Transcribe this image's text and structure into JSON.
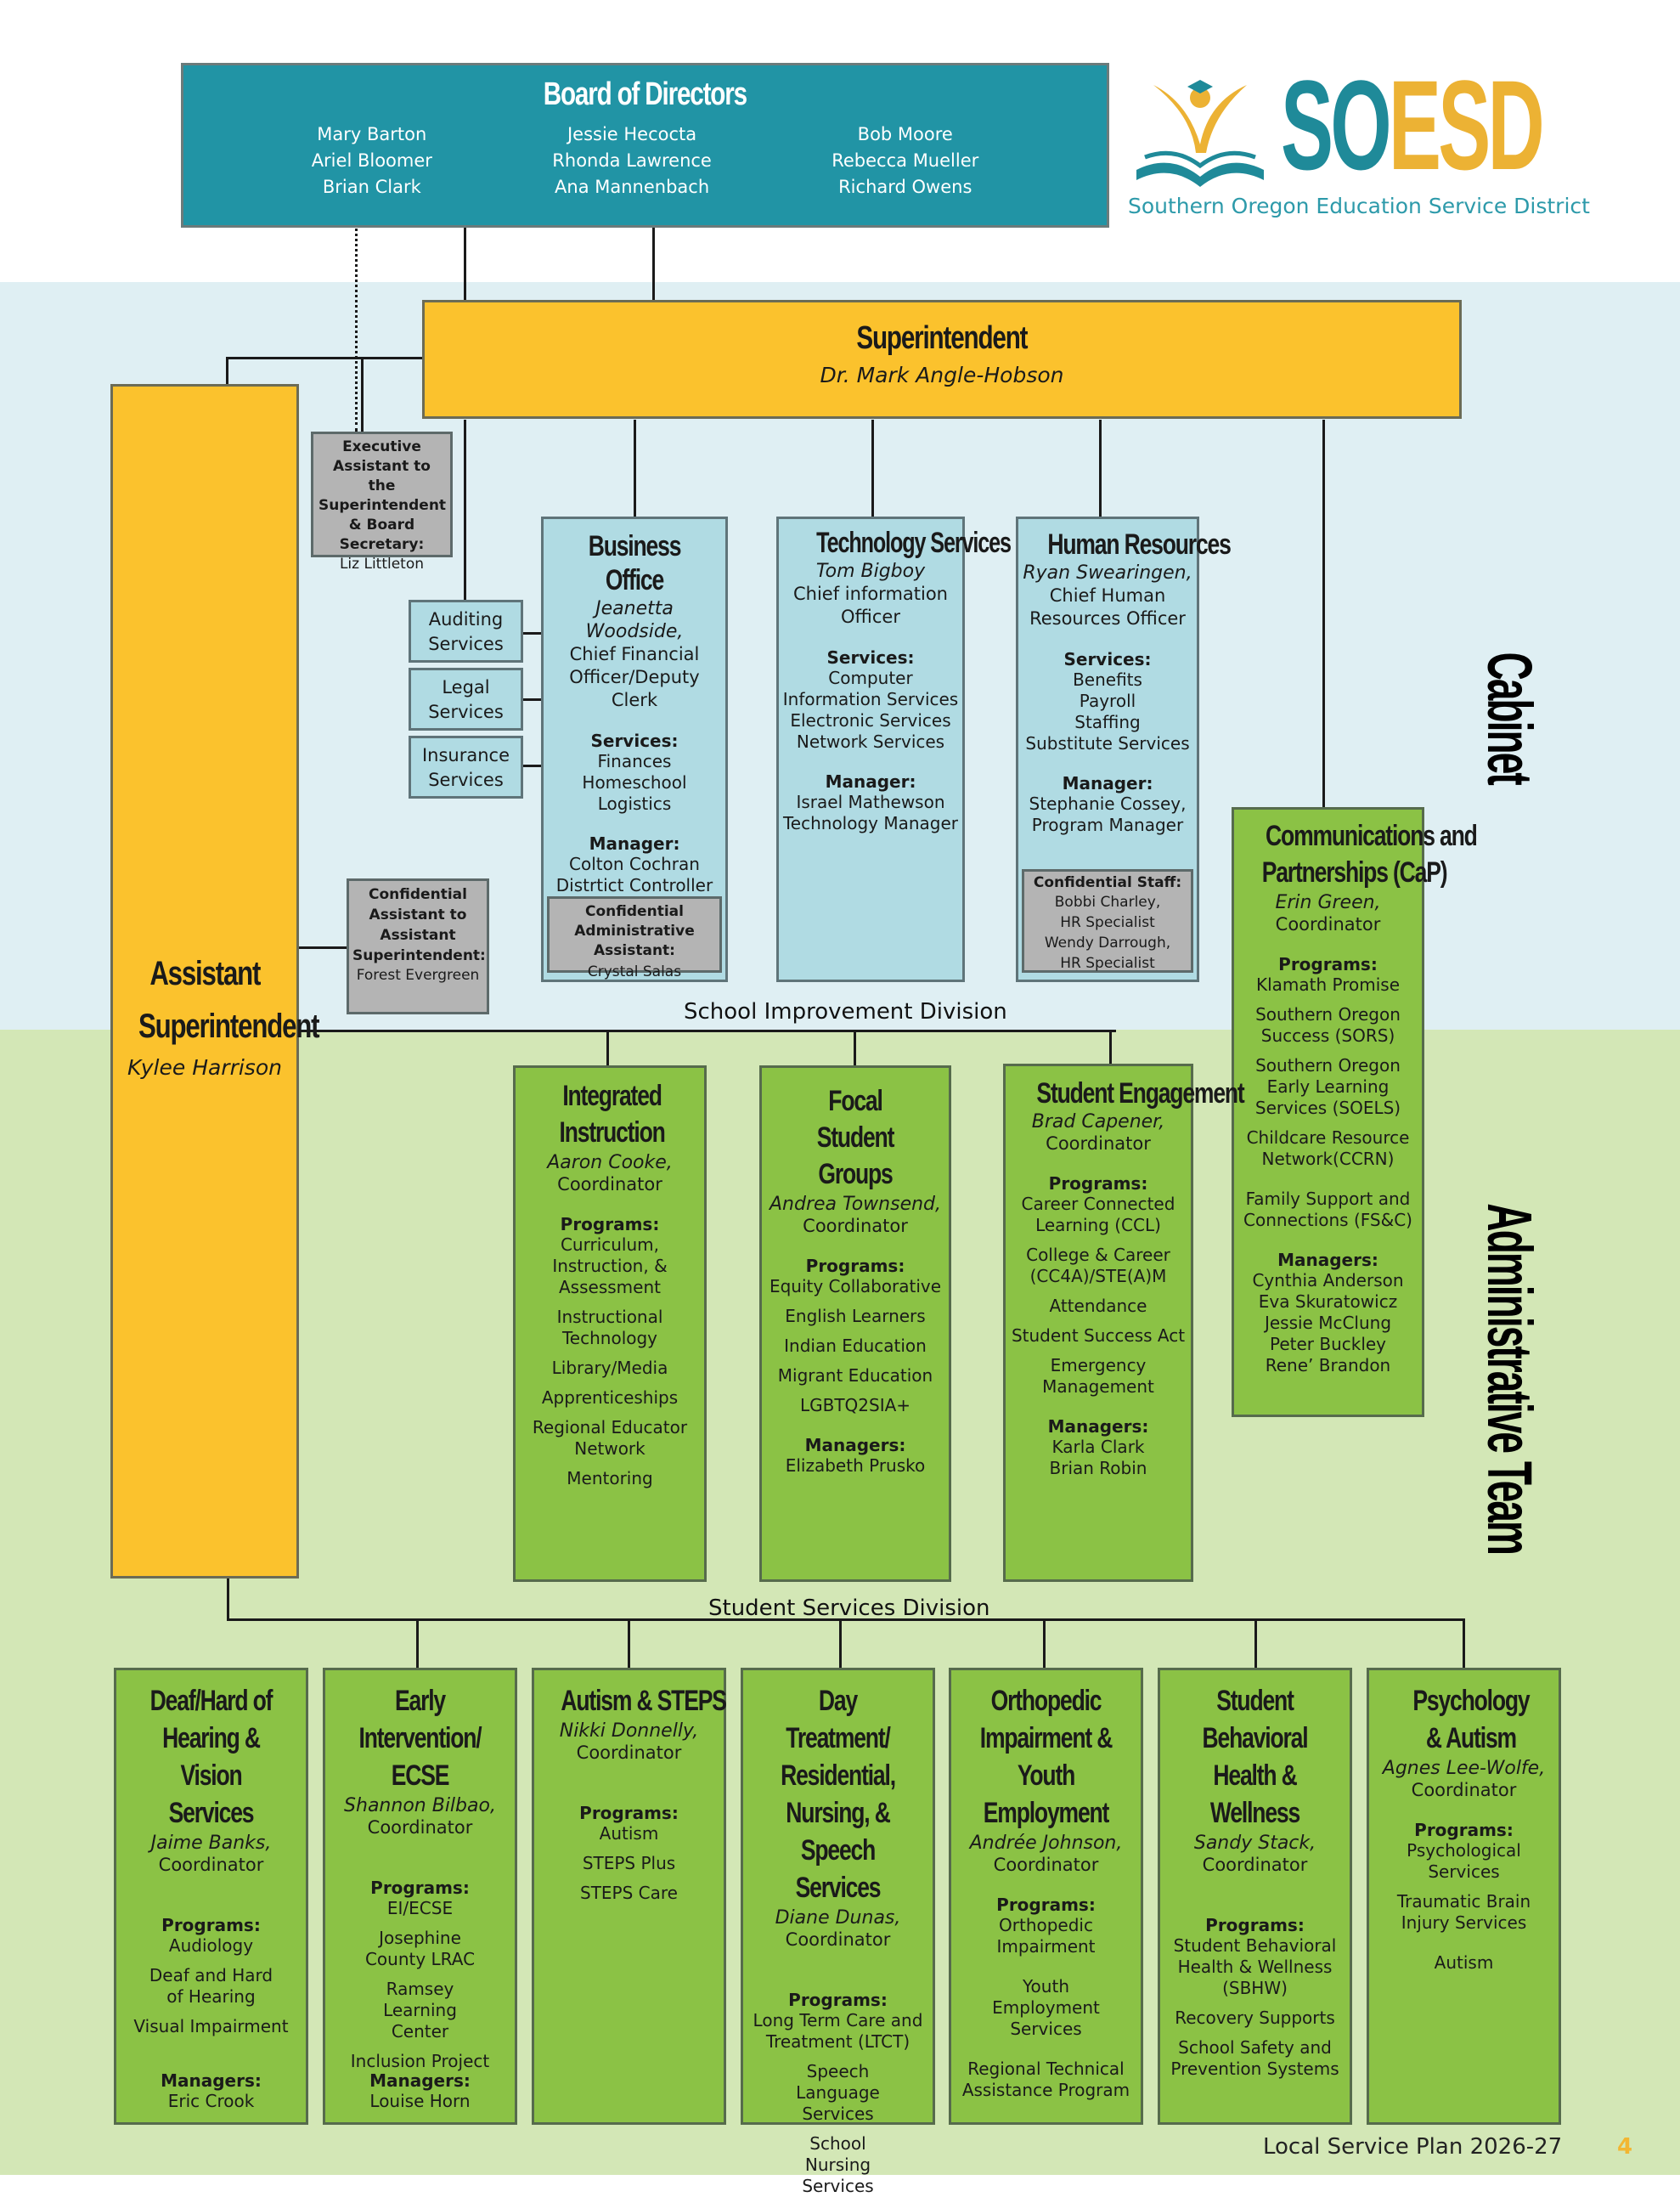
{
  "bands": {
    "cabinet": "Cabinet",
    "administrative": "Administrative Team"
  },
  "logo": {
    "letters_teal": "SO",
    "letters_gold": "ESD",
    "tagline": "Southern Oregon Education Service District",
    "colors": {
      "teal": "#1f8a99",
      "gold": "#ecb234"
    }
  },
  "board": {
    "title": "Board of Directors",
    "columns": [
      [
        "Mary Barton",
        "Ariel Bloomer",
        "Brian Clark"
      ],
      [
        "Jessie Hecocta",
        "Rhonda Lawrence",
        "Ana Mannenbach"
      ],
      [
        "Bob Moore",
        "Rebecca Mueller",
        "Richard Owens"
      ]
    ]
  },
  "superintendent": {
    "title": "Superintendent",
    "name": "Dr. Mark Angle-Hobson"
  },
  "exec_assistant": {
    "role": "Executive Assistant to the Superintendent & Board Secretary:",
    "name": "Liz Littleton"
  },
  "assistant_superintendent": {
    "title_line1": "Assistant",
    "title_line2": "Superintendent",
    "name": "Kylee Harrison"
  },
  "conf_assistant": {
    "role": "Confidential Assistant to Assistant Superintendent:",
    "name": "Forest Evergreen"
  },
  "business_services": [
    "Auditing Services",
    "Legal Services",
    "Insurance Services"
  ],
  "cabinet_units": {
    "business": {
      "title": "Business Office",
      "name": "Jeanetta Woodside,",
      "role": "Chief Financial Officer/Deputy Clerk",
      "services_label": "Services:",
      "services": [
        "Finances",
        "Homeschool",
        "Logistics"
      ],
      "manager_label": "Manager:",
      "manager": [
        "Colton Cochran",
        "Distrtict Controller"
      ],
      "staff_label": "Confidential Administrative Assistant:",
      "staff": "Crystal Salas"
    },
    "technology": {
      "title": "Technology Services",
      "name": "Tom Bigboy",
      "role": "Chief information Officer",
      "services_label": "Services:",
      "services": [
        "Computer Information Services",
        "Electronic Services",
        "Network Services"
      ],
      "manager_label": "Manager:",
      "manager": [
        "Israel Mathewson",
        "Technology Manager"
      ]
    },
    "hr": {
      "title": "Human Resources",
      "name": "Ryan Swearingen,",
      "role": "Chief Human Resources Officer",
      "services_label": "Services:",
      "services": [
        "Benefits",
        "Payroll",
        "Staffing",
        "Substitute Services"
      ],
      "manager_label": "Manager:",
      "manager": [
        "Stephanie Cossey,",
        "Program Manager"
      ],
      "staff_label": "Confidential Staff:",
      "staff": [
        "Bobbi Charley,",
        "HR Specialist",
        "Wendy Darrough,",
        "HR Specialist"
      ]
    }
  },
  "cap": {
    "title_line1": "Communications and",
    "title_line2": "Partnerships (CaP)",
    "name": "Erin Green,",
    "role": "Coordinator",
    "programs_label": "Programs:",
    "programs": [
      "Klamath Promise",
      "Southern Oregon Success (SORS)",
      "Southern Oregon Early Learning Services (SOELS)",
      "Childcare Resource Network(CCRN)",
      "Family Support and Connections (FS&C)"
    ],
    "managers_label": "Managers:",
    "managers": [
      "Cynthia Anderson",
      "Eva Skuratowicz",
      "Jessie McClung",
      "Peter Buckley",
      "Rene’ Brandon"
    ]
  },
  "divisions": {
    "school_improvement": "School Improvement Division",
    "student_services": "Student Services Division"
  },
  "school_improvement_units": [
    {
      "title": "Integrated Instruction",
      "name": "Aaron Cooke,",
      "role": "Coordinator",
      "programs_label": "Programs:",
      "programs": [
        "Curriculum, Instruction, & Assessment",
        "Instructional Technology",
        "Library/Media",
        "Apprenticeships",
        "Regional Educator Network",
        "Mentoring"
      ]
    },
    {
      "title": "Focal Student Groups",
      "name": "Andrea Townsend,",
      "role": "Coordinator",
      "programs_label": "Programs:",
      "programs": [
        "Equity Collaborative",
        "English Learners",
        "Indian Education",
        "Migrant Education",
        "LGBTQ2SIA+"
      ],
      "managers_label": "Managers:",
      "managers": [
        "Elizabeth Prusko"
      ]
    },
    {
      "title": "Student Engagement",
      "name": "Brad Capener,",
      "role": "Coordinator",
      "programs_label": "Programs:",
      "programs": [
        "Career Connected Learning (CCL)",
        "College & Career (CC4A)/STE(A)M",
        "Attendance",
        "Student Success Act",
        "Emergency Management"
      ],
      "managers_label": "Managers:",
      "managers": [
        "Karla Clark",
        "Brian Robin"
      ]
    }
  ],
  "student_services_units": [
    {
      "title": "Deaf/Hard of Hearing & Vision Services",
      "name": "Jaime Banks,",
      "role": "Coordinator",
      "programs_label": "Programs:",
      "programs": [
        "Audiology",
        "Deaf and Hard of Hearing",
        "Visual Impairment"
      ],
      "managers_label": "Managers:",
      "managers": [
        "Eric Crook"
      ]
    },
    {
      "title": "Early Intervention/ ECSE",
      "name": "Shannon Bilbao,",
      "role": "Coordinator",
      "programs_label": "Programs:",
      "programs": [
        "EI/ECSE",
        "Josephine County LRAC",
        "Ramsey Learning Center",
        "Inclusion Project"
      ],
      "managers_label": "Managers:",
      "managers": [
        "Louise Horn"
      ]
    },
    {
      "title": "Autism & STEPS",
      "name": "Nikki Donnelly,",
      "role": "Coordinator",
      "programs_label": "Programs:",
      "programs": [
        "Autism",
        "STEPS Plus",
        "STEPS Care"
      ]
    },
    {
      "title": "Day Treatment/ Residential, Nursing, & Speech Services",
      "name": "Diane Dunas,",
      "role": "Coordinator",
      "programs_label": "Programs:",
      "programs": [
        "Long Term Care and Treatment (LTCT)",
        "Speech Language Services",
        "School Nursing Services"
      ]
    },
    {
      "title": "Orthopedic Impairment & Youth Employment",
      "name": "Andrée Johnson,",
      "role": "Coordinator",
      "programs_label": "Programs:",
      "programs": [
        "Orthopedic Impairment",
        "Youth Employment Services",
        "Regional Technical Assistance Program"
      ]
    },
    {
      "title": "Student Behavioral Health & Wellness",
      "name": "Sandy Stack,",
      "role": "Coordinator",
      "programs_label": "Programs:",
      "programs": [
        "Student Behavioral Health & Wellness (SBHW)",
        "Recovery Supports",
        "School Safety and Prevention Systems"
      ]
    },
    {
      "title": "Psychology & Autism",
      "name": "Agnes Lee-Wolfe,",
      "role": "Coordinator",
      "programs_label": "Programs:",
      "programs": [
        "Psychological Services",
        "Traumatic Brain Injury Services",
        "Autism"
      ]
    }
  ],
  "footer": {
    "text": "Local Service Plan 2026-27",
    "page": "4",
    "page_color": "#f2b632"
  }
}
